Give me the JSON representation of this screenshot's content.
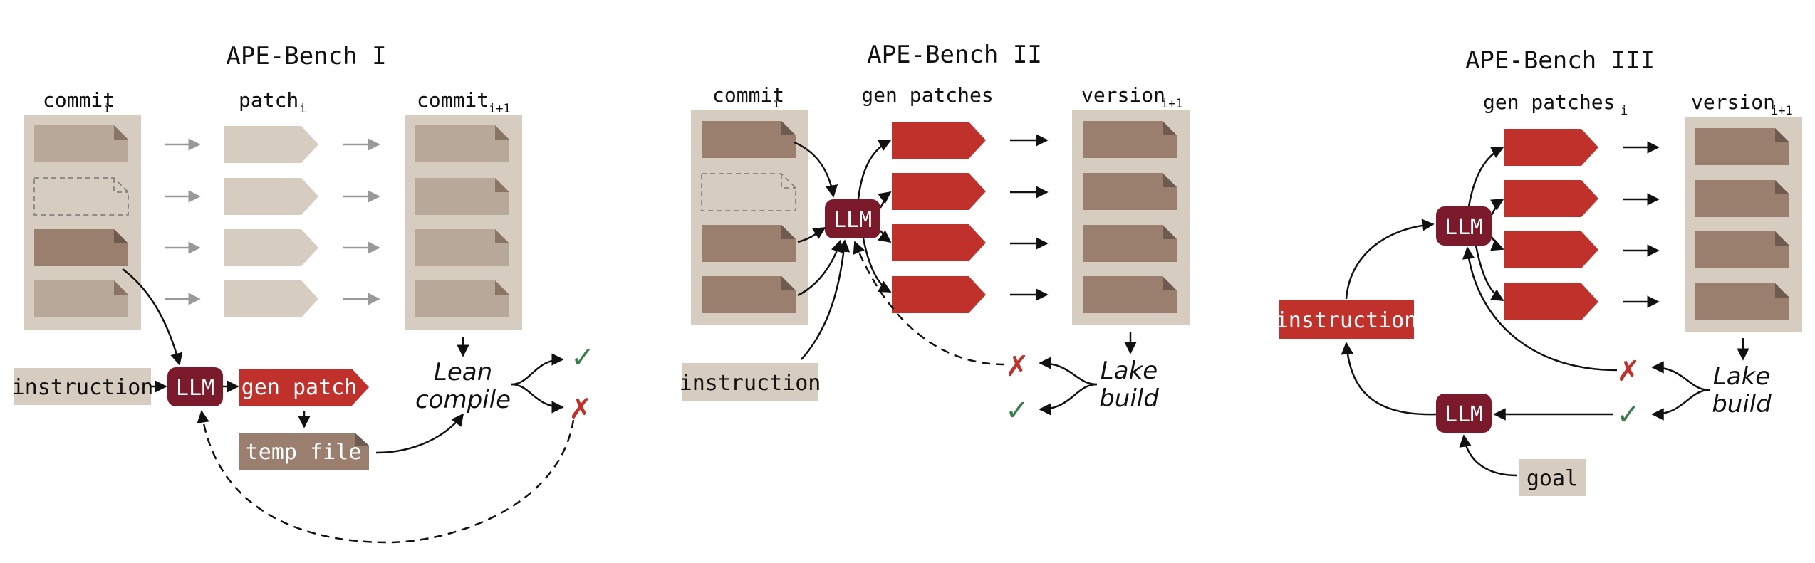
{
  "colors": {
    "panel": "#d6ccc0",
    "file_light": "#b8a899",
    "file_dark": "#9a7f6f",
    "patch_light": "#d6ccc0",
    "patch_red": "#c0312c",
    "llm": "#7a1a2a",
    "temp_file": "#9a7f6f",
    "check": "#3a7d4a",
    "cross": "#c0312c"
  },
  "bench1": {
    "title": "APE-Bench I",
    "commit": "commit",
    "commit_sub": "i",
    "patch": "patch",
    "patch_sub": "i",
    "commit_next": "commit",
    "commit_next_sub": "i+1",
    "instruction": "instruction",
    "llm": "LLM",
    "gen_patch": "gen patch",
    "temp_file": "temp file",
    "lean_1": "Lean",
    "lean_2": "compile",
    "check": "✓",
    "cross": "✗"
  },
  "bench2": {
    "title": "APE-Bench II",
    "commit": "commit",
    "commit_sub": "i",
    "gen_patches": "gen patches",
    "version": "version",
    "version_sub": "i+1",
    "llm": "LLM",
    "instruction": "instruction",
    "lake_1": "Lake",
    "lake_2": "build",
    "check": "✓",
    "cross": "✗"
  },
  "bench3": {
    "title": "APE-Bench III",
    "gen_patches": "gen patches",
    "gen_patches_sub": "i",
    "version": "version",
    "version_sub": "i+1",
    "llm_top": "LLM",
    "llm_bottom": "LLM",
    "instruction": "instruction",
    "goal": "goal",
    "lake_1": "Lake",
    "lake_2": "build",
    "check": "✓",
    "cross": "✗"
  }
}
